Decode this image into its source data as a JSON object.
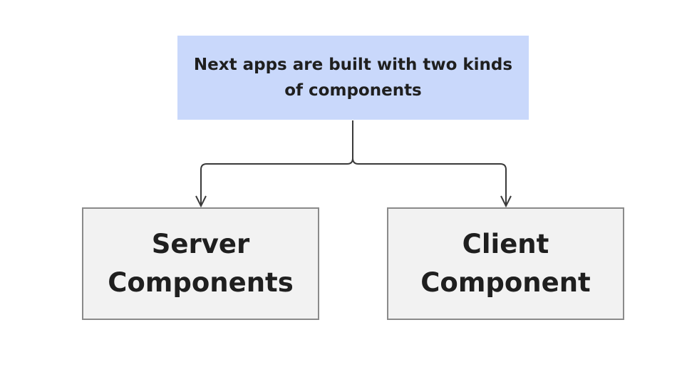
{
  "diagram": {
    "root": {
      "label": "Next apps are built with two kinds\nof components",
      "fill": "#c9d8fb"
    },
    "children": [
      {
        "label": "Server\nComponents",
        "fill": "#f2f2f2"
      },
      {
        "label": "Client\nComponent",
        "fill": "#f2f2f2"
      }
    ],
    "edge_color": "#3a3a3a"
  }
}
